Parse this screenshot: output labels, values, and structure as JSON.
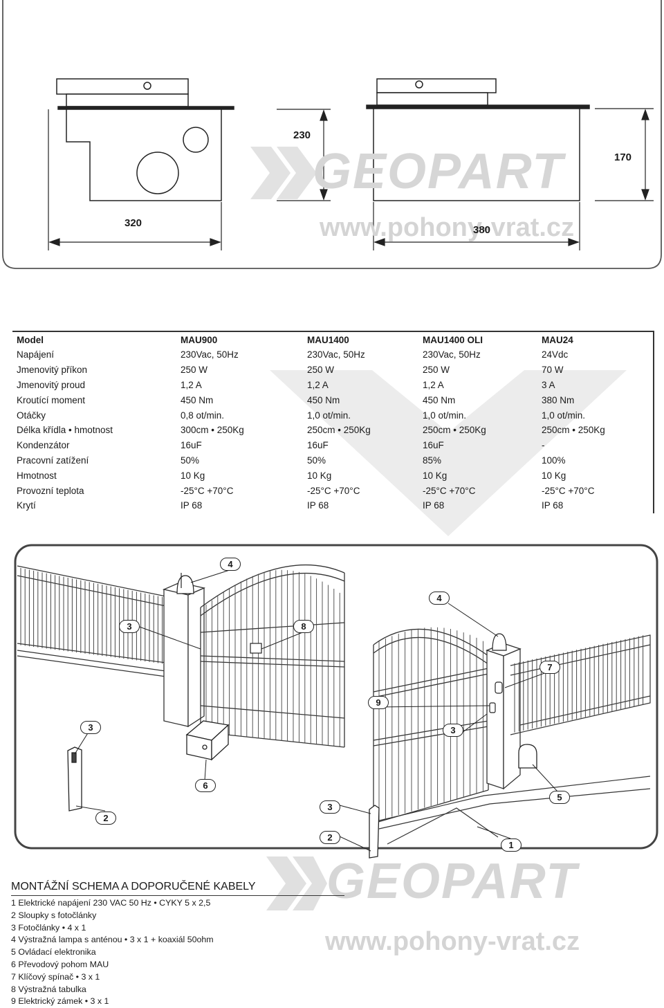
{
  "dimensions": {
    "width_left": "320",
    "height_left": "230",
    "width_right": "380",
    "height_right": "170"
  },
  "watermark": {
    "logo": "GEOPART",
    "url": "www.pohony-vrat.cz"
  },
  "spec_table": {
    "headers": [
      "Model",
      "MAU900",
      "MAU1400",
      "MAU1400 OLI",
      "MAU24"
    ],
    "rows": [
      [
        "Napájení",
        "230Vac, 50Hz",
        "230Vac, 50Hz",
        "230Vac, 50Hz",
        "24Vdc"
      ],
      [
        "Jmenovitý příkon",
        "250 W",
        "250 W",
        "250 W",
        "70 W"
      ],
      [
        "Jmenovitý proud",
        "1,2 A",
        "1,2 A",
        "1,2 A",
        "3 A"
      ],
      [
        "Kroutící moment",
        "450 Nm",
        "450 Nm",
        "450 Nm",
        "380 Nm"
      ],
      [
        "Otáčky",
        "0,8 ot/min.",
        "1,0 ot/min.",
        "1,0 ot/min.",
        "1,0 ot/min."
      ],
      [
        "Délka křídla • hmotnost",
        "300cm • 250Kg",
        "250cm • 250Kg",
        "250cm • 250Kg",
        "250cm • 250Kg"
      ],
      [
        "Kondenzátor",
        "16uF",
        "16uF",
        "16uF",
        "-"
      ],
      [
        "Pracovní zatížení",
        "50%",
        "50%",
        "85%",
        "100%"
      ],
      [
        "Hmotnost",
        "10 Kg",
        "10 Kg",
        "10 Kg",
        "10 Kg"
      ],
      [
        "Provozní teplota",
        "-25°C +70°C",
        "-25°C +70°C",
        "-25°C +70°C",
        "-25°C +70°C"
      ],
      [
        "Krytí",
        "IP 68",
        "IP 68",
        "IP 68",
        "IP 68"
      ]
    ]
  },
  "callouts": {
    "c4a": "4",
    "c4b": "4",
    "c3a": "3",
    "c8": "8",
    "c7": "7",
    "c9": "9",
    "c3b": "3",
    "c3c": "3",
    "c6": "6",
    "c5": "5",
    "c2a": "2",
    "c3d": "3",
    "c2b": "2",
    "c1": "1"
  },
  "legend": {
    "title": "MONTÁŽNÍ SCHEMA A DOPORUČENÉ KABELY",
    "items": [
      "1 Elektrické napájení 230 VAC 50 Hz • CYKY 5 x 2,5",
      "2 Sloupky s fotočlánky",
      "3 Fotočlánky • 4 x 1",
      "4 Výstražná lampa s anténou • 3 x 1  + koaxiál 50ohm",
      "5 Ovládací elektronika",
      "6 Převodový pohom MAU",
      "7 Klíčový spínač • 3 x 1",
      "8 Výstražná tabulka",
      "9 Elektrický zámek • 3 x 1"
    ]
  }
}
